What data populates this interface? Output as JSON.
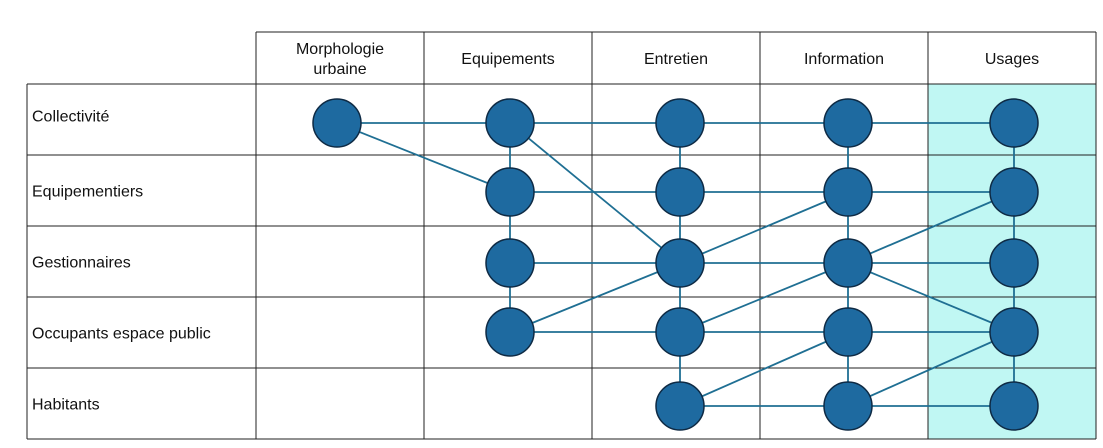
{
  "colors": {
    "node_fill": "#1e6aa0",
    "node_stroke": "#0e2a44",
    "edge": "#1f6f93",
    "grid": "#222222",
    "highlight_column_bg": "#c0f7f3"
  },
  "columns": [
    {
      "id": "morpho",
      "label_lines": [
        "Morphologie",
        "urbaine"
      ]
    },
    {
      "id": "equip",
      "label_lines": [
        "Equipements"
      ]
    },
    {
      "id": "entretien",
      "label_lines": [
        "Entretien"
      ]
    },
    {
      "id": "information",
      "label_lines": [
        "Information"
      ]
    },
    {
      "id": "usages",
      "label_lines": [
        "Usages"
      ],
      "highlighted": true
    }
  ],
  "rows": [
    {
      "id": "collectivite",
      "label": "Collectivité"
    },
    {
      "id": "equipementiers",
      "label": "Equipementiers"
    },
    {
      "id": "gestionnaires",
      "label": "Gestionnaires"
    },
    {
      "id": "occupants",
      "label": "Occupants espace public"
    },
    {
      "id": "habitants",
      "label": "Habitants"
    }
  ],
  "nodes": [
    {
      "id": "M1",
      "col": "morpho",
      "row": "collectivite"
    },
    {
      "id": "E1",
      "col": "equip",
      "row": "collectivite"
    },
    {
      "id": "E2",
      "col": "equip",
      "row": "equipementiers"
    },
    {
      "id": "E3",
      "col": "equip",
      "row": "gestionnaires"
    },
    {
      "id": "E4",
      "col": "equip",
      "row": "occupants"
    },
    {
      "id": "N1",
      "col": "entretien",
      "row": "collectivite"
    },
    {
      "id": "N2",
      "col": "entretien",
      "row": "equipementiers"
    },
    {
      "id": "N3",
      "col": "entretien",
      "row": "gestionnaires"
    },
    {
      "id": "N4",
      "col": "entretien",
      "row": "occupants"
    },
    {
      "id": "N5",
      "col": "entretien",
      "row": "habitants"
    },
    {
      "id": "I1",
      "col": "information",
      "row": "collectivite"
    },
    {
      "id": "I2",
      "col": "information",
      "row": "equipementiers"
    },
    {
      "id": "I3",
      "col": "information",
      "row": "gestionnaires"
    },
    {
      "id": "I4",
      "col": "information",
      "row": "occupants"
    },
    {
      "id": "I5",
      "col": "information",
      "row": "habitants"
    },
    {
      "id": "U1",
      "col": "usages",
      "row": "collectivite"
    },
    {
      "id": "U2",
      "col": "usages",
      "row": "equipementiers"
    },
    {
      "id": "U3",
      "col": "usages",
      "row": "gestionnaires"
    },
    {
      "id": "U4",
      "col": "usages",
      "row": "occupants"
    },
    {
      "id": "U5",
      "col": "usages",
      "row": "habitants"
    }
  ],
  "edges": [
    [
      "M1",
      "E1"
    ],
    [
      "M1",
      "E2"
    ],
    [
      "E1",
      "E2"
    ],
    [
      "E2",
      "E3"
    ],
    [
      "E3",
      "E4"
    ],
    [
      "E1",
      "N1"
    ],
    [
      "E1",
      "N3"
    ],
    [
      "E2",
      "N2"
    ],
    [
      "E3",
      "N3"
    ],
    [
      "E4",
      "N3"
    ],
    [
      "E4",
      "N4"
    ],
    [
      "N1",
      "N2"
    ],
    [
      "N2",
      "N3"
    ],
    [
      "N3",
      "N4"
    ],
    [
      "N4",
      "N5"
    ],
    [
      "N1",
      "I1"
    ],
    [
      "N2",
      "I2"
    ],
    [
      "N3",
      "I2"
    ],
    [
      "N3",
      "I3"
    ],
    [
      "N4",
      "I3"
    ],
    [
      "N4",
      "I4"
    ],
    [
      "N5",
      "I4"
    ],
    [
      "N5",
      "I5"
    ],
    [
      "I1",
      "I2"
    ],
    [
      "I2",
      "I3"
    ],
    [
      "I3",
      "I4"
    ],
    [
      "I4",
      "I5"
    ],
    [
      "I1",
      "U1"
    ],
    [
      "I2",
      "U2"
    ],
    [
      "I3",
      "U2"
    ],
    [
      "I3",
      "U3"
    ],
    [
      "I3",
      "U4"
    ],
    [
      "I4",
      "U4"
    ],
    [
      "I5",
      "U4"
    ],
    [
      "I5",
      "U5"
    ],
    [
      "U1",
      "U2"
    ],
    [
      "U2",
      "U3"
    ],
    [
      "U3",
      "U4"
    ],
    [
      "U4",
      "U5"
    ]
  ]
}
